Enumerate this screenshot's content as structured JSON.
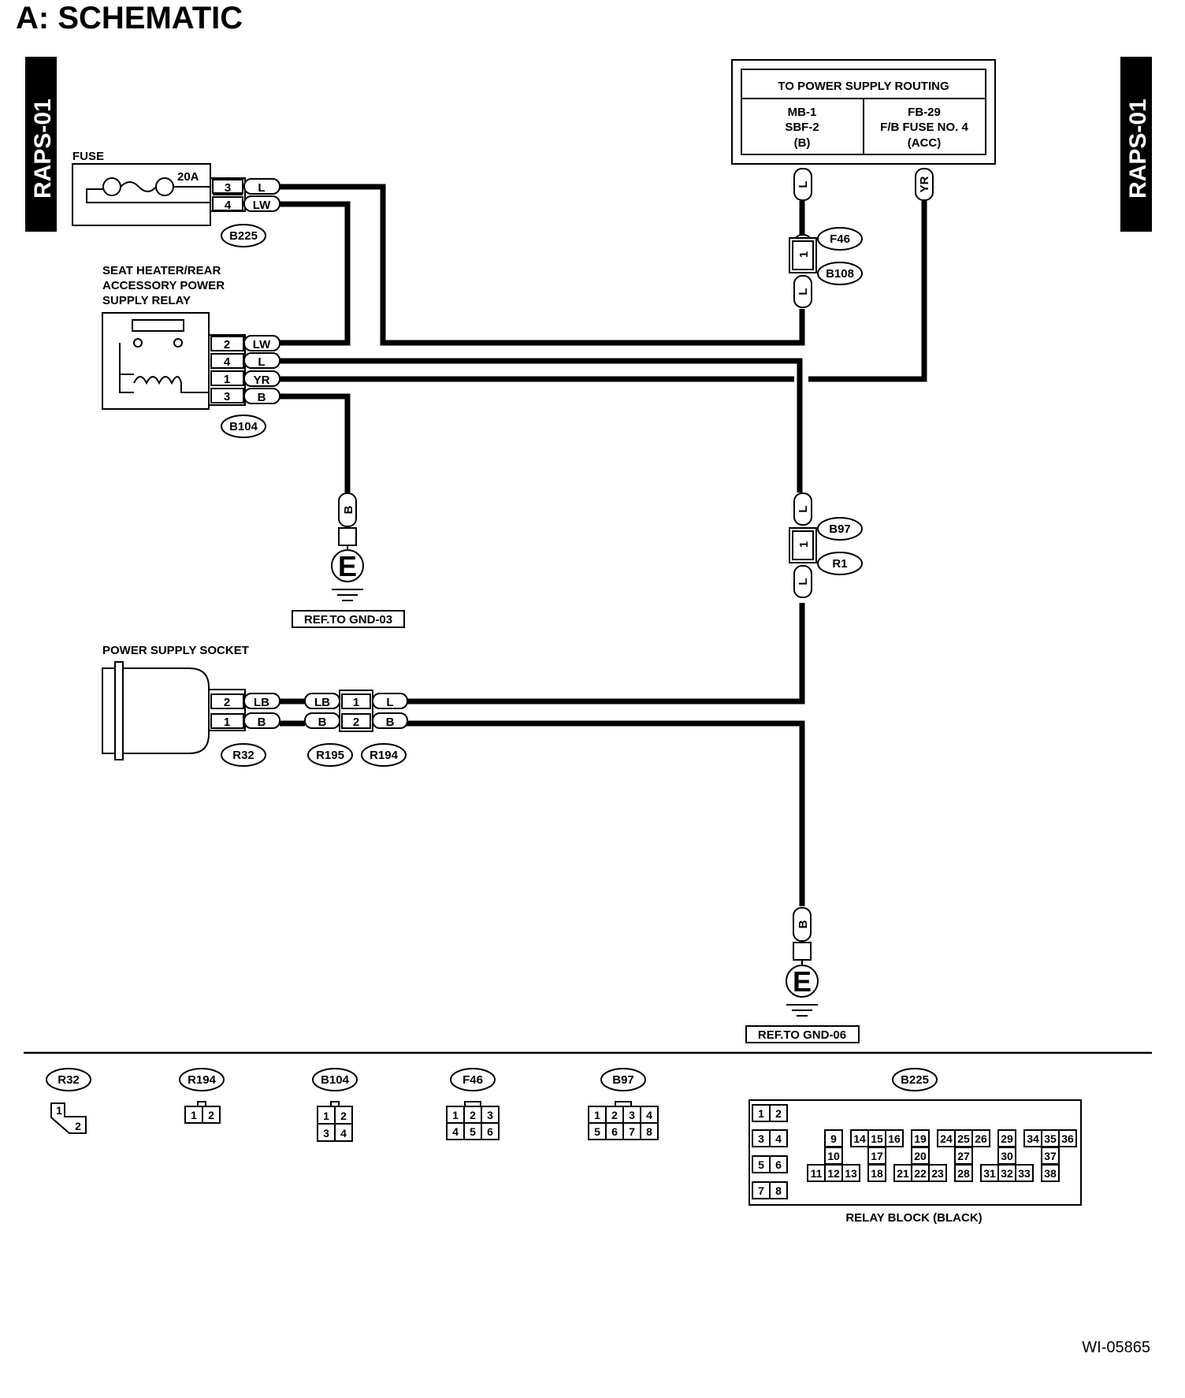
{
  "header": {
    "title": "A:  SCHEMATIC",
    "tab_left": "RAPS-01",
    "tab_right": "RAPS-01"
  },
  "fuse": {
    "label": "FUSE",
    "rating": "20A",
    "connector": "B225",
    "pins": [
      {
        "num": "3",
        "color": "L"
      },
      {
        "num": "4",
        "color": "LW"
      }
    ]
  },
  "relay": {
    "label_lines": [
      "SEAT HEATER/REAR",
      "ACCESSORY POWER",
      "SUPPLY RELAY"
    ],
    "connector": "B104",
    "pins": [
      {
        "num": "2",
        "color": "LW"
      },
      {
        "num": "4",
        "color": "L"
      },
      {
        "num": "1",
        "color": "YR"
      },
      {
        "num": "3",
        "color": "B"
      }
    ]
  },
  "power_routing": {
    "title": "TO POWER SUPPLY ROUTING",
    "left": [
      "MB-1",
      "SBF-2",
      "(B)"
    ],
    "right": [
      "FB-29",
      "F/B FUSE NO. 4",
      "(ACC)"
    ],
    "wire_left": "L",
    "wire_right": "YR"
  },
  "junction_f46": {
    "top": "F46",
    "bottom": "B108",
    "pin": "1",
    "wire_top": "L",
    "wire_bottom": "L"
  },
  "junction_b97": {
    "top": "B97",
    "bottom": "R1",
    "pin": "1",
    "wire_top": "L",
    "wire_bottom": "L"
  },
  "ground1": {
    "wire": "B",
    "symbol": "E",
    "ref": "REF.TO GND-03"
  },
  "ground2": {
    "wire": "B",
    "symbol": "E",
    "ref": "REF.TO GND-06"
  },
  "socket": {
    "label": "POWER SUPPLY SOCKET",
    "connector": "R32",
    "pins": [
      {
        "num": "2",
        "color": "LB"
      },
      {
        "num": "1",
        "color": "B"
      }
    ]
  },
  "inline_connector": {
    "left": "R195",
    "right": "R194",
    "left_colors": [
      "LB",
      "B"
    ],
    "pins": [
      "1",
      "2"
    ],
    "right_colors": [
      "L",
      "B"
    ]
  },
  "connector_views": {
    "R32": [
      "1",
      "2"
    ],
    "R194": [
      "1",
      "2"
    ],
    "B104": [
      "1",
      "2",
      "3",
      "4"
    ],
    "F46": [
      "1",
      "2",
      "3",
      "4",
      "5",
      "6"
    ],
    "B97": [
      "1",
      "2",
      "3",
      "4",
      "5",
      "6",
      "7",
      "8"
    ],
    "B225": [
      "1",
      "2",
      "3",
      "4",
      "5",
      "6",
      "7",
      "8",
      "9",
      "10",
      "11",
      "12",
      "13",
      "14",
      "15",
      "16",
      "17",
      "18",
      "19",
      "20",
      "21",
      "22",
      "23",
      "24",
      "25",
      "26",
      "27",
      "28",
      "29",
      "30",
      "31",
      "32",
      "33",
      "34",
      "35",
      "36",
      "37",
      "38"
    ],
    "B225_label": "RELAY BLOCK (BLACK)"
  },
  "figure_id": "WI-05865"
}
